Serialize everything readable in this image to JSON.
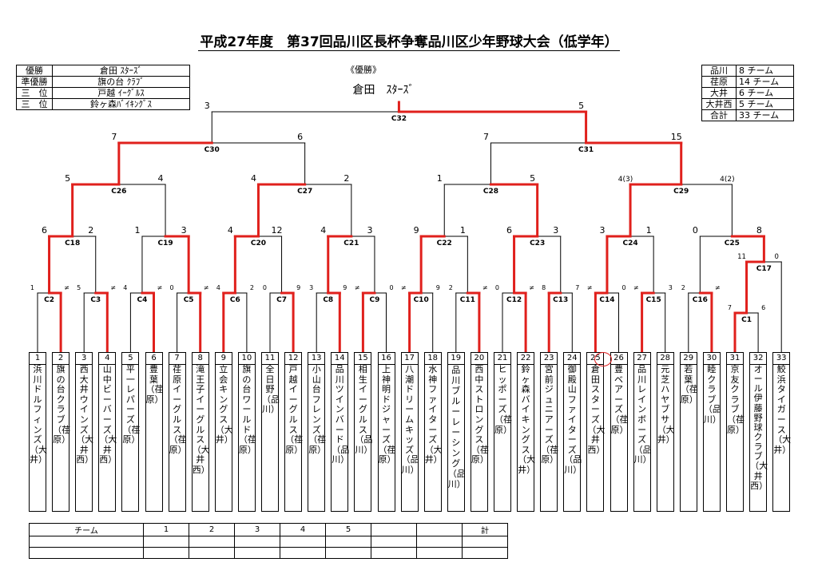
{
  "title": "平成27年度　第37回品川区長杯争奪品川区少年野球大会（低学年）",
  "awards": [
    {
      "label": "優勝",
      "team": "倉田 ｽﾀｰｽﾞ"
    },
    {
      "label": "準優勝",
      "team": "旗の台 ｸﾗﾌﾞ"
    },
    {
      "label": "三　位",
      "team": "戸越 ｲｰｸﾞﾙｽ"
    },
    {
      "label": "三　位",
      "team": "鈴ヶ森ﾊﾞｲｷﾝｸﾞｽ"
    }
  ],
  "champion": {
    "label": "《優勝》",
    "team": "倉田　ｽﾀｰｽﾞ"
  },
  "team_counts": [
    {
      "area": "品川",
      "count": "8",
      "unit": "チーム"
    },
    {
      "area": "荏原",
      "count": "14",
      "unit": "チーム"
    },
    {
      "area": "大井",
      "count": "6",
      "unit": "チーム"
    },
    {
      "area": "大井西",
      "count": "5",
      "unit": "チーム"
    },
    {
      "area": "合計",
      "count": "33",
      "unit": "チーム"
    }
  ],
  "teams": [
    {
      "no": "1",
      "name": "浜川ドルフィンズ（大井）"
    },
    {
      "no": "2",
      "name": "旗の台クラブ（荏原）"
    },
    {
      "no": "3",
      "name": "西大井ウインズ（大井西）"
    },
    {
      "no": "4",
      "name": "山中ビーバーズ（大井西）"
    },
    {
      "no": "5",
      "name": "平一レパーズ（荏原）"
    },
    {
      "no": "6",
      "name": "豊葉（荏原）"
    },
    {
      "no": "7",
      "name": "荏原イーグルス（荏原）"
    },
    {
      "no": "8",
      "name": "滝王子イーグルス（大井西）"
    },
    {
      "no": "9",
      "name": "立会キングス（大井）"
    },
    {
      "no": "10",
      "name": "旗の台ワールド（荏原）"
    },
    {
      "no": "11",
      "name": "全日野（品川）"
    },
    {
      "no": "12",
      "name": "戸越イーグルス（荏原）"
    },
    {
      "no": "13",
      "name": "小山台フレンズ（荏原）"
    },
    {
      "no": "14",
      "name": "品川ツインバード（品川）"
    },
    {
      "no": "15",
      "name": "相生イーグルス（品川）"
    },
    {
      "no": "16",
      "name": "上神明ドジャーズ（荏原）"
    },
    {
      "no": "17",
      "name": "八潮ドリームキッズ（品川）"
    },
    {
      "no": "18",
      "name": "水神ファイターズ（大井）"
    },
    {
      "no": "19",
      "name": "品川ブルーレーシング（品川）"
    },
    {
      "no": "20",
      "name": "西中ストロングス（荏原）"
    },
    {
      "no": "21",
      "name": "ヒッポーズ（荏原）"
    },
    {
      "no": "22",
      "name": "鈴ヶ森バイキングス（大井）"
    },
    {
      "no": "23",
      "name": "宮前ジュニアーズ（荏原）"
    },
    {
      "no": "24",
      "name": "御殿山ファイターズ（品川）"
    },
    {
      "no": "25",
      "name": "倉田スターズ（大井西）"
    },
    {
      "no": "26",
      "name": "豊ベアーズ（荏原）"
    },
    {
      "no": "27",
      "name": "品川レインボーズ（品川）"
    },
    {
      "no": "28",
      "name": "元芝ハヤブサ（大井）"
    },
    {
      "no": "29",
      "name": "若葉（荏原）"
    },
    {
      "no": "30",
      "name": "睦クラブ（品川）"
    },
    {
      "no": "31",
      "name": "京友クラブ（荏原）"
    },
    {
      "no": "32",
      "name": "オール伊藤野球クラブ（大井西）"
    },
    {
      "no": "33",
      "name": "鮫浜タイガース（大井）"
    }
  ],
  "matches": [
    {
      "id": "C1",
      "label": "C1",
      "left_score": "7",
      "right_score": "6",
      "winner": "left"
    },
    {
      "id": "C2",
      "label": "C2",
      "left_score": "1",
      "right_score": "≠",
      "winner": "right"
    },
    {
      "id": "C3",
      "label": "C3",
      "left_score": "5",
      "right_score": "≠",
      "winner": "right"
    },
    {
      "id": "C4",
      "label": "C4",
      "left_score": "4",
      "right_score": "≠",
      "winner": "right"
    },
    {
      "id": "C5",
      "label": "C5",
      "left_score": "0",
      "right_score": "≠",
      "winner": "right"
    },
    {
      "id": "C6",
      "label": "C6",
      "left_score": "4",
      "right_score": "2",
      "winner": "left"
    },
    {
      "id": "C7",
      "label": "C7",
      "left_score": "0",
      "right_score": "9",
      "winner": "right"
    },
    {
      "id": "C8",
      "label": "C8",
      "left_score": "3",
      "right_score": "9",
      "winner": "right"
    },
    {
      "id": "C9",
      "label": "C9",
      "left_score": "≠",
      "right_score": "0",
      "winner": "left"
    },
    {
      "id": "C10",
      "label": "C10",
      "left_score": "≠",
      "right_score": "9",
      "winner": "left"
    },
    {
      "id": "C11",
      "label": "C11",
      "left_score": "2",
      "right_score": "≠",
      "winner": "right"
    },
    {
      "id": "C12",
      "label": "C12",
      "left_score": "0",
      "right_score": "≠",
      "winner": "right"
    },
    {
      "id": "C13",
      "label": "C13",
      "left_score": "8",
      "right_score": "7",
      "winner": "left"
    },
    {
      "id": "C14",
      "label": "C14",
      "left_score": "≠",
      "right_score": "0",
      "winner": "left"
    },
    {
      "id": "C15",
      "label": "C15",
      "left_score": "≠",
      "right_score": "3",
      "winner": "left"
    },
    {
      "id": "C16",
      "label": "C16",
      "left_score": "2",
      "right_score": "≠",
      "winner": "right"
    },
    {
      "id": "C17",
      "label": "C17",
      "left_score": "11",
      "right_score": "0",
      "winner": "left"
    },
    {
      "id": "C18",
      "label": "C18",
      "left_score": "6",
      "right_score": "2",
      "winner": "left"
    },
    {
      "id": "C19",
      "label": "C19",
      "left_score": "1",
      "right_score": "3",
      "winner": "right"
    },
    {
      "id": "C20",
      "label": "C20",
      "left_score": "4",
      "right_score": "12",
      "winner": "left"
    },
    {
      "id": "C21",
      "label": "C21",
      "left_score": "4",
      "right_score": "3",
      "winner": "left"
    },
    {
      "id": "C22",
      "label": "C22",
      "left_score": "9",
      "right_score": "1",
      "winner": "left"
    },
    {
      "id": "C23",
      "label": "C23",
      "left_score": "6",
      "right_score": "3",
      "winner": "left"
    },
    {
      "id": "C24",
      "label": "C24",
      "left_score": "3",
      "right_score": "1",
      "winner": "left"
    },
    {
      "id": "C25",
      "label": "C25",
      "left_score": "0",
      "right_score": "8",
      "winner": "right"
    },
    {
      "id": "C26",
      "label": "C26",
      "left_score": "5",
      "right_score": "4",
      "winner": "left"
    },
    {
      "id": "C27",
      "label": "C27",
      "left_score": "4",
      "right_score": "2",
      "winner": "left"
    },
    {
      "id": "C28",
      "label": "C28",
      "left_score": "1",
      "right_score": "5",
      "winner": "right"
    },
    {
      "id": "C29",
      "label": "C29",
      "left_score": "4(3)",
      "right_score": "4(2)",
      "winner": "left"
    },
    {
      "id": "C30",
      "label": "C30",
      "left_score": "7",
      "right_score": "6",
      "winner": "left"
    },
    {
      "id": "C31",
      "label": "C31",
      "left_score": "7",
      "right_score": "15",
      "winner": "right"
    },
    {
      "id": "C32",
      "label": "C32",
      "left_score": "3",
      "right_score": "5",
      "winner": "right"
    }
  ],
  "score_table": {
    "team_header": "チーム",
    "innings": [
      "1",
      "2",
      "3",
      "4",
      "5",
      "",
      ""
    ],
    "total": "計"
  },
  "colors": {
    "winner_line": "#e0201c",
    "line": "#000000"
  }
}
